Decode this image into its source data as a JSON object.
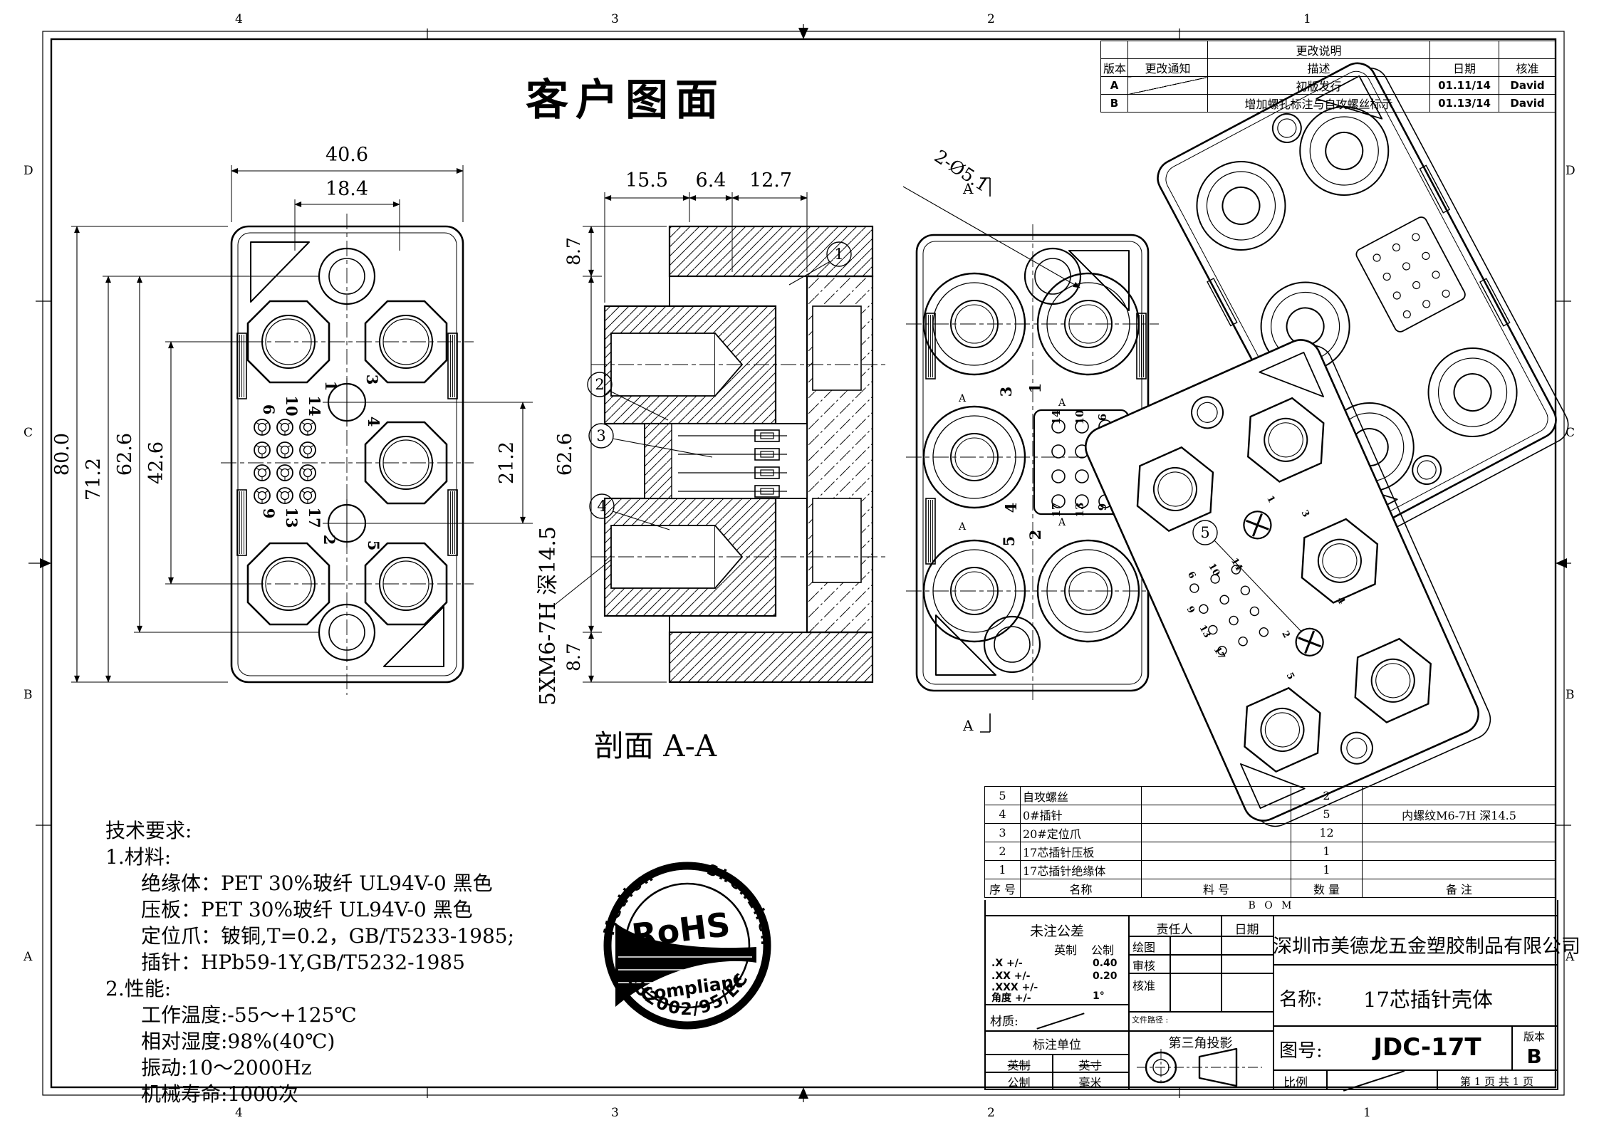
{
  "sheet": {
    "title": "客户图面"
  },
  "frame": {
    "zones_left": [
      "D",
      "C",
      "B",
      "A"
    ],
    "zones_right": [
      "D",
      "C",
      "B",
      "A"
    ],
    "zones_top": [
      "4",
      "3",
      "2",
      "1"
    ],
    "zones_bottom": [
      "4",
      "3",
      "2",
      "1"
    ]
  },
  "revision_table": {
    "header_span": "更改说明",
    "columns": [
      "版本",
      "更改通知",
      "描述",
      "日期",
      "核准"
    ],
    "rows": [
      {
        "version": "A",
        "notice": "",
        "desc": "初版发行",
        "date": "01.11/14",
        "approver": "David"
      },
      {
        "version": "B",
        "notice": "",
        "desc": "增加螺孔标注与自攻螺丝标示",
        "date": "01.13/14",
        "approver": "David"
      }
    ]
  },
  "front_view": {
    "dim_top_outer": "40.6",
    "dim_top_inner": "18.4",
    "dims_left": [
      "80.0",
      "71.2",
      "62.6",
      "42.6"
    ],
    "dim_right": "21.2",
    "pins_top": [
      "6",
      "10",
      "14"
    ],
    "pins_bottom": [
      "9",
      "13",
      "17"
    ],
    "pins_big": [
      "1",
      "3",
      "4",
      "2",
      "5"
    ]
  },
  "section_view": {
    "dims_top": [
      "15.5",
      "6.4",
      "12.7"
    ],
    "dim_left_top": "8.7",
    "dim_left_mid": "62.6",
    "dim_left_bottom": "8.7",
    "balloons": [
      "1",
      "2",
      "3",
      "4"
    ],
    "thread_note": "5XM6-7H 深14.5",
    "caption": "剖面 A-A"
  },
  "rear_view": {
    "hole_note": "2-Ø5.1",
    "flag": "A",
    "pins_top": [
      "14",
      "10",
      "6"
    ],
    "pins_bottom": [
      "17",
      "13",
      "9"
    ],
    "pins_big": [
      "3",
      "1",
      "4",
      "5",
      "2"
    ]
  },
  "iso": {
    "balloon": "5",
    "pins": [
      "6",
      "10",
      "14",
      "1",
      "3",
      "9",
      "13",
      "17",
      "2",
      "5",
      "4"
    ]
  },
  "rohs": {
    "arc_left": "Medlon",
    "arc_right": "Shenzhen",
    "center": "RoHS",
    "sub": "Compliant",
    "arc_bottom": "EU2002/95/EC"
  },
  "tech_req": {
    "lines": [
      "技术要求:",
      "1.材料:",
      "绝缘体：PET  30%玻纤  UL94V-0  黑色",
      "压板：PET  30%玻纤  UL94V-0  黑色",
      "定位爪：铍铜,T=0.2，GB/T5233-1985;",
      "插针：HPb59-1Y,GB/T5232-1985",
      "2.性能:",
      "工作温度:-55～+125℃",
      "相对湿度:98%(40℃)",
      "振动:10～2000Hz",
      "机械寿命:1000次"
    ]
  },
  "bom": {
    "caption": "B O M",
    "columns": [
      "序 号",
      "名称",
      "料 号",
      "数 量",
      "备 注"
    ],
    "rows": [
      {
        "no": "5",
        "name": "自攻螺丝",
        "part": "",
        "qty": "2",
        "remark": ""
      },
      {
        "no": "4",
        "name": "0#插针",
        "part": "",
        "qty": "5",
        "remark": "内螺纹M6-7H 深14.5"
      },
      {
        "no": "3",
        "name": "20#定位爪",
        "part": "",
        "qty": "12",
        "remark": ""
      },
      {
        "no": "2",
        "name": "17芯插针压板",
        "part": "",
        "qty": "1",
        "remark": ""
      },
      {
        "no": "1",
        "name": "17芯插针绝缘体",
        "part": "",
        "qty": "1",
        "remark": ""
      }
    ]
  },
  "title_block": {
    "tolerance_title": "未注公差",
    "col_imperial": "英制",
    "col_metric": "公制",
    "tol_x_label": ".X   +/-",
    "tol_x_val": "0.40",
    "tol_xx_label": ".XX  +/-",
    "tol_xx_val": "0.20",
    "tol_xxx_label": ".XXX +/-",
    "tol_xxx_val": "",
    "angle_label": "角度 +/-",
    "angle_val": "1°",
    "material_label": "材质:",
    "units_title": "标注单位",
    "unit_imp": "英制",
    "unit_inch": "英寸",
    "unit_metric": "公制",
    "unit_mm": "毫米",
    "resp_label": "责任人",
    "date_label": "日期",
    "sign_draw": "绘图",
    "sign_check": "审核",
    "sign_approve": "核准",
    "file_path_label": "文件路径 :",
    "projection_label": "第三角投影",
    "company": "深圳市美德龙五金塑胶制品有限公司",
    "name_label": "名称:",
    "part_name": "17芯插针壳体",
    "no_label": "图号:",
    "drawing_no": "JDC-17T",
    "version_label": "版本",
    "version": "B",
    "scale_label": "比例",
    "page_info": "第 1 页  共 1 页"
  }
}
